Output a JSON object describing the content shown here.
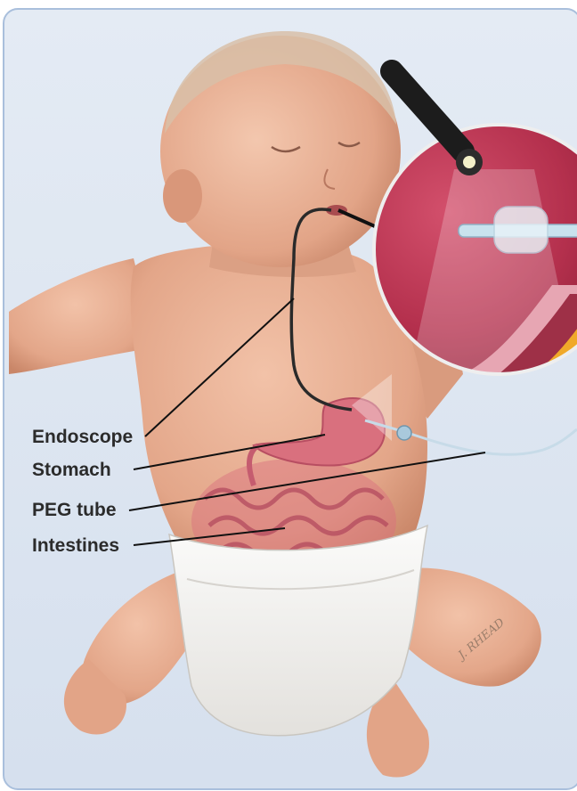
{
  "labels": {
    "endoscope": "Endoscope",
    "stomach": "Stomach",
    "peg_tube": "PEG tube",
    "intestines": "Intestines"
  },
  "signature": "J. RHEAD",
  "colors": {
    "background": "#dde6f1",
    "border": "#a9bfdc",
    "skin": "#e8b095",
    "organ": "#d9707e",
    "inset_wall": "#b5314f",
    "diaper": "#f4f3f1",
    "label_text": "#2b2b2b"
  }
}
